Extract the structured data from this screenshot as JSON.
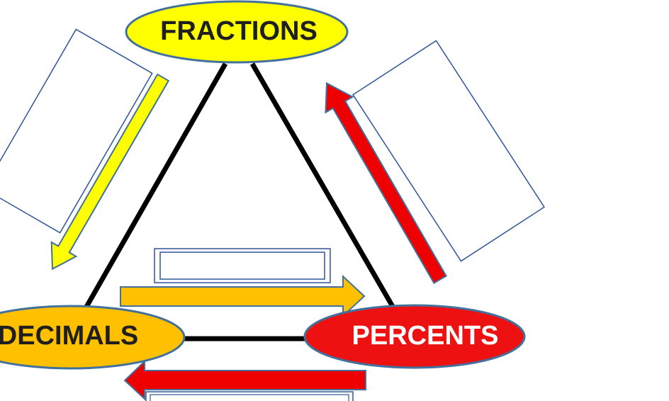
{
  "nodes": {
    "fractions": {
      "label": "FRACTIONS",
      "fill": "#FFFF00",
      "stroke": "#41719C",
      "text_color": "#1F1F1F"
    },
    "decimals": {
      "label": "DECIMALS",
      "fill": "#FFC000",
      "stroke": "#41719C",
      "text_color": "#1F1F1F"
    },
    "percents": {
      "label": "PERCENTS",
      "fill": "#EE1111",
      "stroke": "#41719C",
      "text_color": "#FFFFFF"
    }
  },
  "connector_color": "#000000",
  "blank_box_border": "#2F5597",
  "arrows": {
    "fractions_to_decimals": {
      "fill": "#FFFF00",
      "stroke": "#41719C"
    },
    "percents_to_fractions": {
      "fill": "#EE0000",
      "stroke": "#41719C"
    },
    "decimals_to_percents": {
      "fill": "#FFC000",
      "stroke": "#41719C"
    },
    "percents_to_decimals": {
      "fill": "#EE0000",
      "stroke": "#41719C"
    }
  }
}
